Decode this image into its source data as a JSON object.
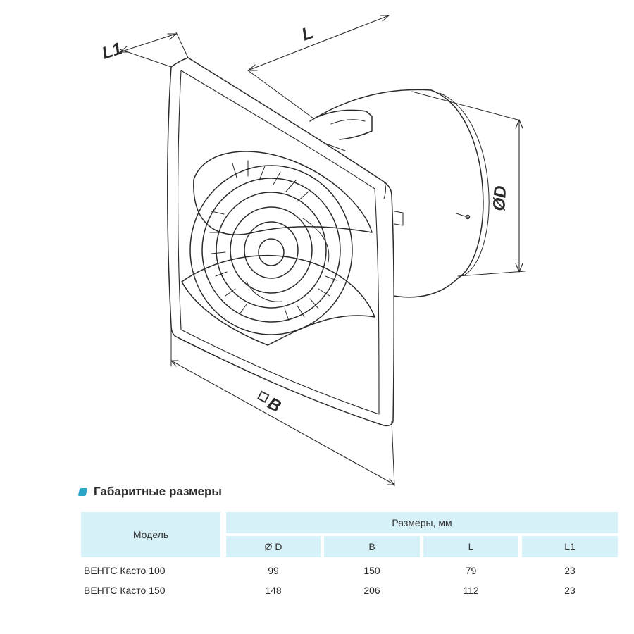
{
  "colors": {
    "table_header_bg": "#d6f1f7",
    "bullet": "#2aa6c8",
    "line": "#2a2a2a"
  },
  "diagram": {
    "labels": {
      "l1": "L1",
      "l": "L",
      "d": "ØD",
      "b": "B"
    }
  },
  "section": {
    "icon": "bullet-icon",
    "title": "Габаритные размеры"
  },
  "table": {
    "model_header": "Модель",
    "group_header": "Размеры, мм",
    "columns": [
      "Ø D",
      "B",
      "L",
      "L1"
    ],
    "rows": [
      {
        "model": "ВЕНТС Касто 100",
        "values": [
          "99",
          "150",
          "79",
          "23"
        ]
      },
      {
        "model": "ВЕНТС Касто 150",
        "values": [
          "148",
          "206",
          "112",
          "23"
        ]
      }
    ]
  }
}
